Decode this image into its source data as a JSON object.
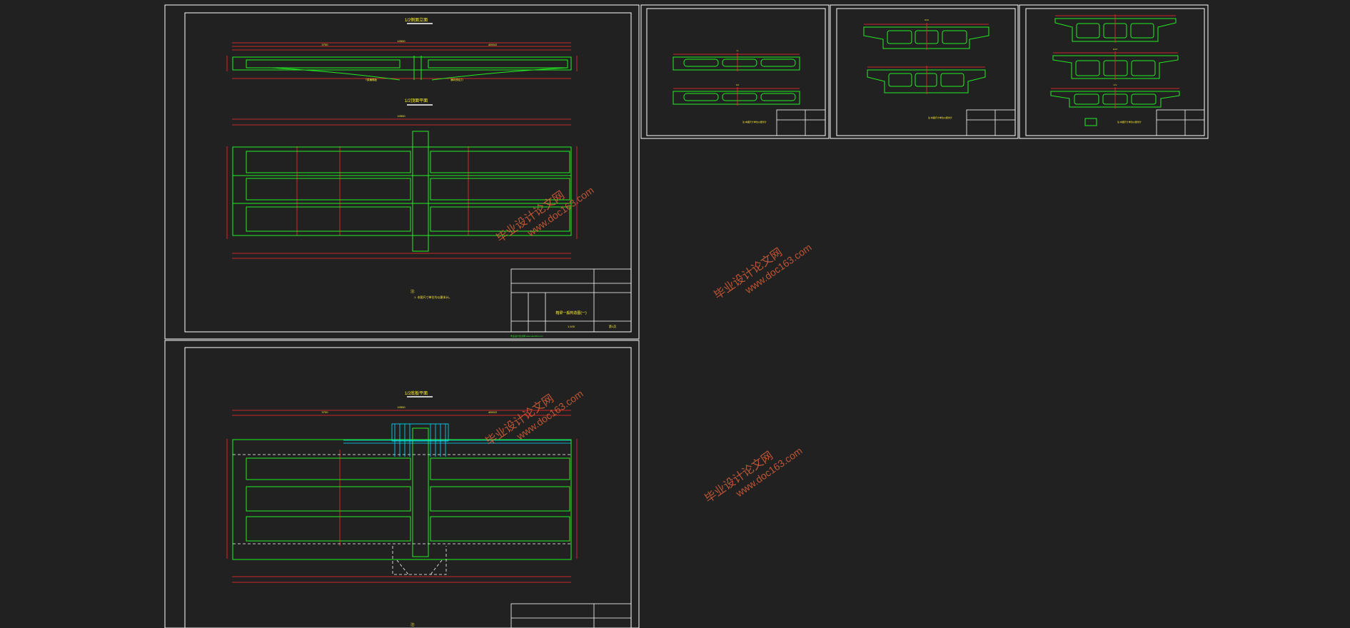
{
  "colors": {
    "background": "#212121",
    "sheet_frame": "#ffffff",
    "dimension": "#ff2a2a",
    "outline": "#22ee22",
    "label": "#ffee33",
    "rebar": "#00e5ff",
    "watermark": "#ff6a3c"
  },
  "sheet1": {
    "title_elevation": "1/2侧面立面",
    "title_plan": "1/2顶面平面",
    "dim_total": "10500",
    "dim_left": "3700",
    "dim_right": "4000/2",
    "label_a": "T梁横隔板",
    "label_b": "横向预应力",
    "note_heading": "注:",
    "note_line": "1. 本图尺寸单位均以厘米计。",
    "title_block": {
      "drawing_name": "箱梁一般构造图(一)",
      "scale": "1:100",
      "sheet_no": "第1页"
    },
    "footer_line": "毕业设计论文网 www.doc163.com"
  },
  "sheet2": {
    "title_plan": "1/2底板平面",
    "dim_total": "10500",
    "dim_left": "3700",
    "dim_right": "4000/2",
    "note_heading": "注:"
  },
  "section_sheets": {
    "section_marks": [
      "I-I",
      "II-II",
      "III-III",
      "IV-IV",
      "V-V"
    ],
    "notes": [
      "注:本图尺寸单位以厘米计",
      "注:本图尺寸单位以厘米计",
      "注:本图尺寸单位以厘米计"
    ]
  },
  "watermark": {
    "chinese": "毕业设计论文网",
    "url": "www.doc163.com"
  }
}
